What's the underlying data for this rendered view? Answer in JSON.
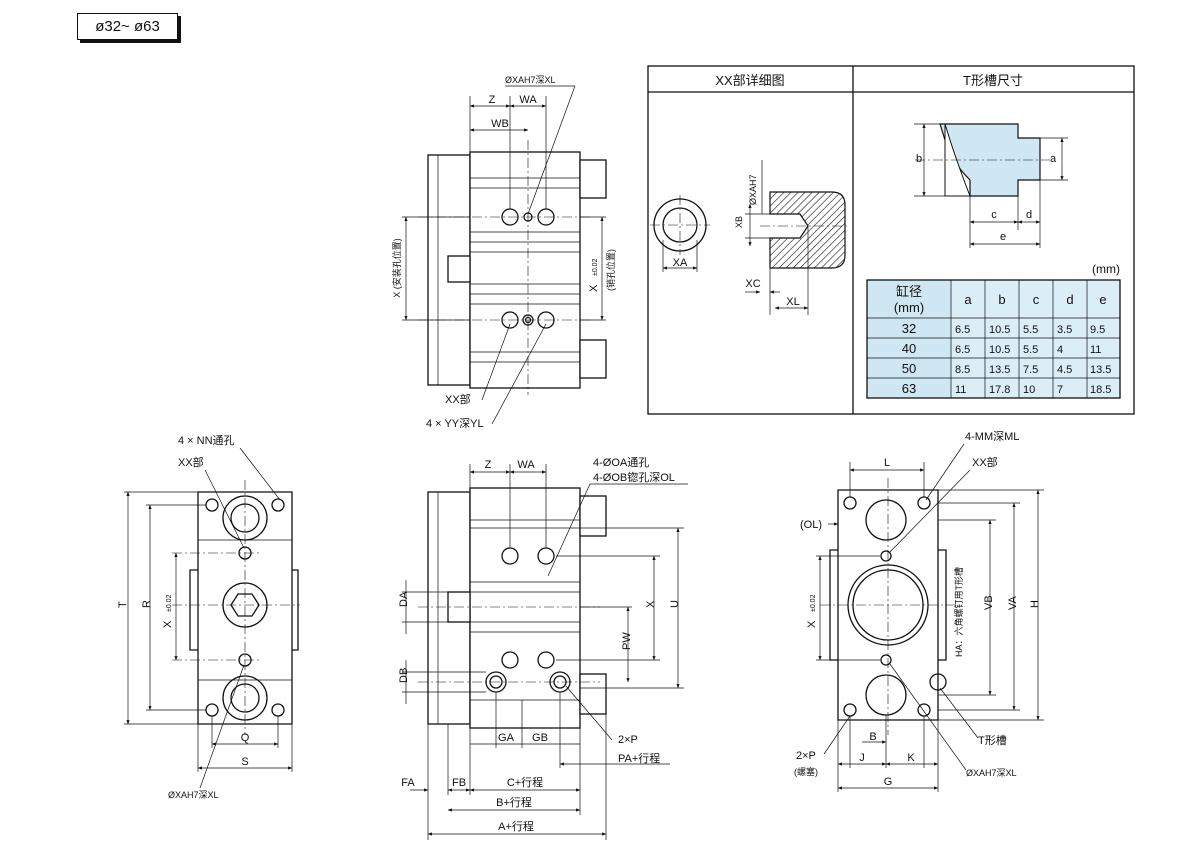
{
  "badge": "ø32~ ø63",
  "detail_box": {
    "xx_title": "XX部详细图",
    "t_title": "T形槽尺寸",
    "units": "(mm)",
    "table": {
      "header": [
        "缸径\n(mm)",
        "a",
        "b",
        "c",
        "d",
        "e"
      ],
      "header_bore_line1": "缸径",
      "header_bore_line2": "(mm)",
      "rows": [
        [
          "32",
          "6.5",
          "10.5",
          "5.5",
          "3.5",
          "9.5"
        ],
        [
          "40",
          "6.5",
          "10.5",
          "5.5",
          "4",
          "11"
        ],
        [
          "50",
          "8.5",
          "13.5",
          "7.5",
          "4.5",
          "13.5"
        ],
        [
          "63",
          "11",
          "17.8",
          "10",
          "7",
          "18.5"
        ]
      ]
    },
    "t_labels": {
      "a": "a",
      "b": "b",
      "c": "c",
      "d": "d",
      "e": "e"
    },
    "xx_labels": {
      "xa": "XA",
      "xah7": "ØXAH7",
      "xb": "XB",
      "xc": "XC",
      "xl": "XL"
    }
  },
  "top_view": {
    "xa_depth": "ØXAH7深XL",
    "z": "Z",
    "wa": "WA",
    "wb": "WB",
    "x_mount": "X (安装孔位置)",
    "x_pin": "X",
    "x_tol": "±0.02",
    "x_pin_note": "(销孔位置)",
    "xx_part": "XX部",
    "yy": "4 × YY深YL"
  },
  "left_view": {
    "nn": "4 × NN通孔",
    "xx": "XX部",
    "t": "T",
    "r": "R",
    "x": "X",
    "x_tol": "±0.02",
    "q": "Q",
    "s": "S",
    "xa_depth": "ØXAH7深XL"
  },
  "mid_view": {
    "z": "Z",
    "wa": "WA",
    "oa": "4-ØOA通孔",
    "ob": "4-ØOB锪孔深OL",
    "da": "DA",
    "db": "DB",
    "x": "X",
    "u": "U",
    "pw": "PW",
    "ga": "GA",
    "gb": "GB",
    "p2": "2×P",
    "pa": "PA+行程",
    "fa": "FA",
    "fb": "FB",
    "c": "C+行程",
    "b": "B+行程",
    "a": "A+行程"
  },
  "right_view": {
    "mm": "4-MM深ML",
    "l": "L",
    "xx": "XX部",
    "ol": "(OL)",
    "x": "X",
    "x_tol": "±0.02",
    "ha": "HA：六角螺钉用T形槽",
    "vb": "VB",
    "va": "VA",
    "h": "H",
    "p2": "2×P",
    "plug": "(螺塞)",
    "b": "B",
    "j": "J",
    "k": "K",
    "g": "G",
    "tslot": "T形槽",
    "xa_depth": "ØXAH7深XL"
  }
}
